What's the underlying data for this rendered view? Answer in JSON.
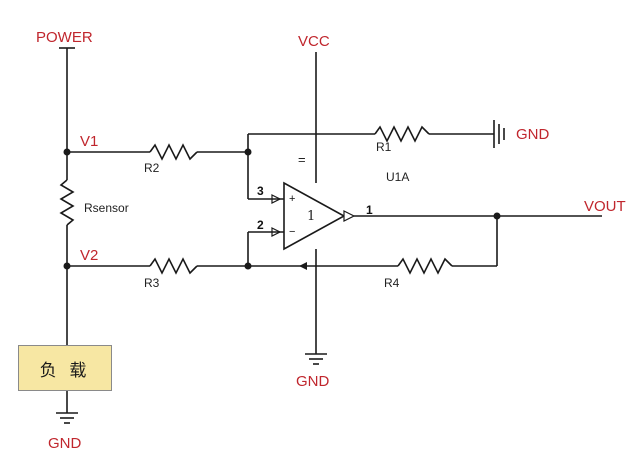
{
  "diagram": {
    "nets": {
      "power": "POWER",
      "vcc": "VCC",
      "gnd_r1": "GND",
      "gnd_opamp": "GND",
      "gnd_load": "GND",
      "v1": "V1",
      "v2": "V2",
      "vout": "VOUT"
    },
    "components": {
      "r1": "R1",
      "r2": "R2",
      "r3": "R3",
      "r4": "R4",
      "rsensor": "Rsensor",
      "opamp_ref": "U1A",
      "opamp_unit": "1",
      "load": "负 载"
    },
    "pins": {
      "in_plus_num": "3",
      "in_minus_num": "2",
      "out_num": "1",
      "plus_sign": "+",
      "minus_sign": "−",
      "vcc_mark": "="
    },
    "colors": {
      "net_label": "#c0262d",
      "wire": "#1a1a1a",
      "load_fill": "#f7e7a3"
    }
  }
}
